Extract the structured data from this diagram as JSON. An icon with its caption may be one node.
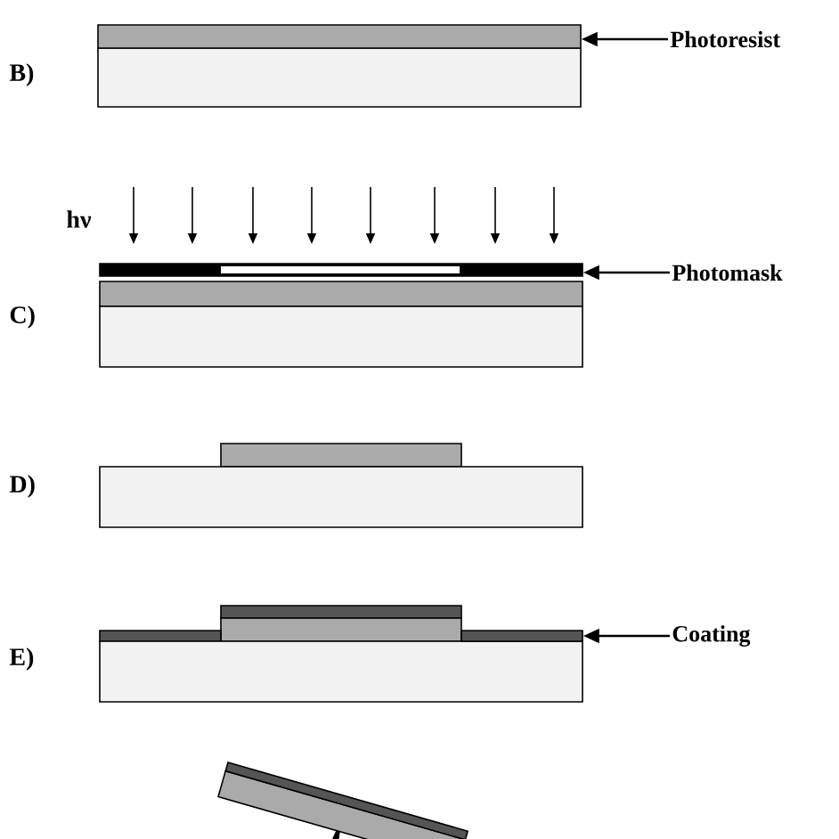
{
  "diagram": {
    "nodes": [
      {
        "text": [
          "Photoresist"
        ]
      },
      {
        "text": [],
        "shape": "bar"
      },
      {
        "text": [
          "Photomask"
        ]
      },
      {
        "text": [],
        "shape": "bar"
      },
      {
        "text": [
          "Coating"
        ]
      },
      {
        "text": [],
        "shape": "bar"
      }
    ],
    "edges": [
      {
        "from": 0,
        "to": 1,
        "arrow": "to"
      },
      {
        "from": 2,
        "to": 3,
        "arrow": "to"
      },
      {
        "from": 4,
        "to": 5,
        "arrow": "to"
      }
    ],
    "labels": [
      "B)",
      "hν",
      "C)",
      "D)",
      "E)"
    ]
  }
}
